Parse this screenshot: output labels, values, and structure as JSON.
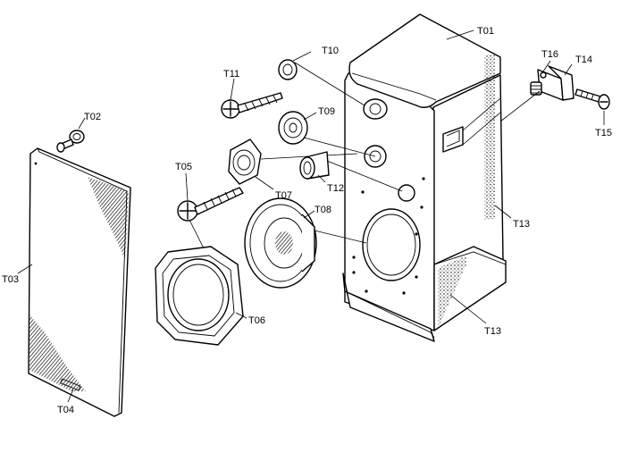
{
  "labels": {
    "t01": "T01",
    "t02": "T02",
    "t03": "T03",
    "t04": "T04",
    "t05": "T05",
    "t06": "T06",
    "t07": "T07",
    "t08": "T08",
    "t09": "T09",
    "t10": "T10",
    "t11": "T11",
    "t12": "T12",
    "t13_upper": "T13",
    "t13_lower": "T13",
    "t14": "T14",
    "t15": "T15",
    "t16": "T16"
  }
}
